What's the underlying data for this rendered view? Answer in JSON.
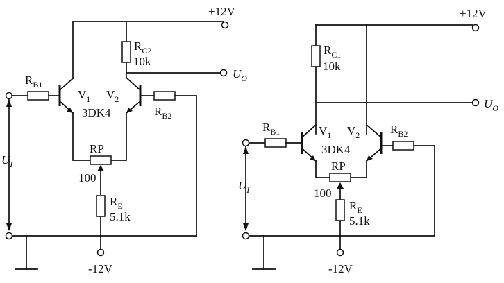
{
  "left": {
    "vcc": "+12V",
    "vee": "-12V",
    "out": "U",
    "out_sub": "O",
    "in": "U",
    "in_sub": "I",
    "rb1": "R",
    "rb1_sub": "B1",
    "rb2": "R",
    "rb2_sub": "B2",
    "rc": "R",
    "rc_sub": "C2",
    "rc_val": "10k",
    "v1": "V",
    "v1_sub": "1",
    "v2": "V",
    "v2_sub": "2",
    "model": "3DK4",
    "rp": "RP",
    "rp_val": "100",
    "re": "R",
    "re_sub": "E",
    "re_val": "5.1k"
  },
  "right": {
    "vcc": "+12V",
    "vee": "-12V",
    "out": "U",
    "out_sub": "O",
    "in": "U",
    "in_sub": "I",
    "rb1": "R",
    "rb1_sub": "B1",
    "rb2": "R",
    "rb2_sub": "B2",
    "rc": "R",
    "rc_sub": "C1",
    "rc_val": "10k",
    "v1": "V",
    "v1_sub": "1",
    "v2": "V",
    "v2_sub": "2",
    "model": "3DK4",
    "rp": "RP",
    "rp_val": "100",
    "re": "R",
    "re_sub": "E",
    "re_val": "5.1k"
  }
}
